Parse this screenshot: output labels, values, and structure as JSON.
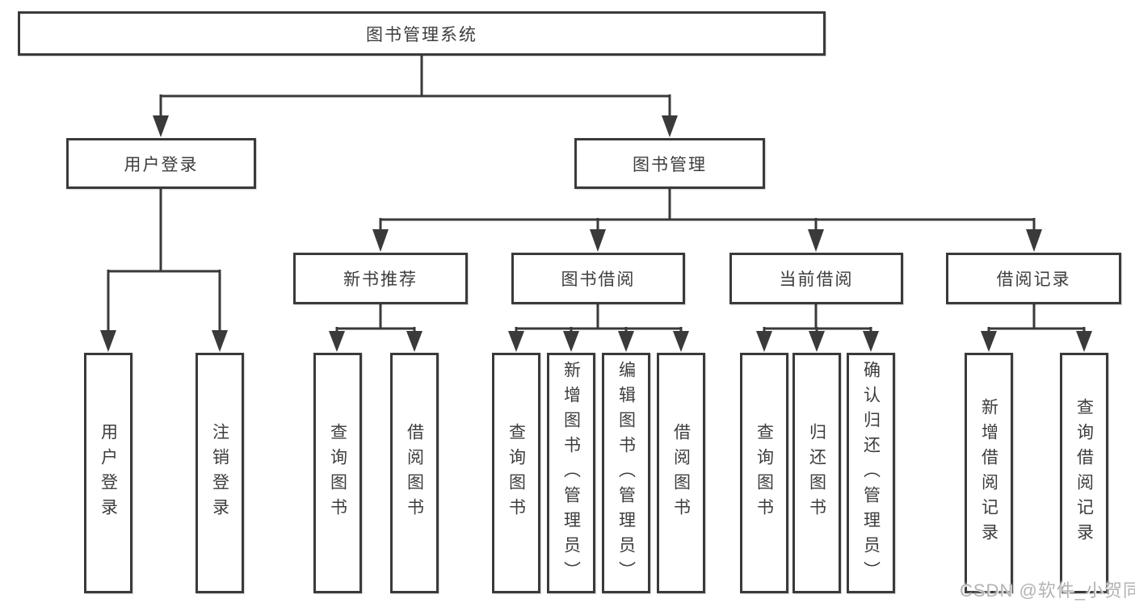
{
  "nodes": {
    "root": "图书管理系统",
    "login": "用户登录",
    "mgmt": "图书管理",
    "l3": [
      "新书推荐",
      "图书借阅",
      "当前借阅",
      "借阅记录"
    ],
    "leaves": [
      "用户登录",
      "注销登录",
      "查询图书",
      "借阅图书",
      "查询图书",
      "新增图书（管理员）",
      "编辑图书（管理员）",
      "借阅图书",
      "查询图书",
      "归还图书",
      "确认归还（管理员）",
      "新增借阅记录",
      "查询借阅记录"
    ]
  },
  "hierarchy": {
    "图书管理系统": {
      "用户登录": [
        "用户登录",
        "注销登录"
      ],
      "图书管理": {
        "新书推荐": [
          "查询图书",
          "借阅图书"
        ],
        "图书借阅": [
          "查询图书",
          "新增图书（管理员）",
          "编辑图书（管理员）",
          "借阅图书"
        ],
        "当前借阅": [
          "查询图书",
          "归还图书",
          "确认归还（管理员）"
        ],
        "借阅记录": [
          "新增借阅记录",
          "查询借阅记录"
        ]
      }
    }
  },
  "watermark": "CSDN @软件_小贺同学",
  "colors": {
    "line": "#3a3a3a",
    "text": "#3d3d3d",
    "watermark": "#b3b3b3",
    "background": "#ffffff"
  }
}
